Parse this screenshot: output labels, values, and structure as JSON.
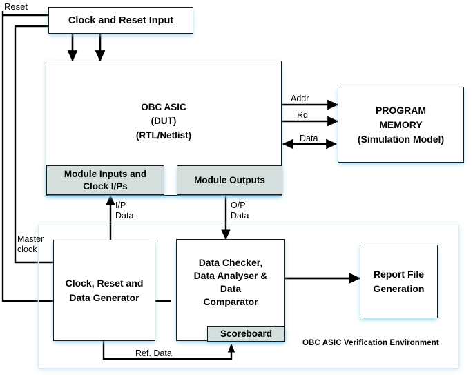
{
  "diagram": {
    "title": "OBC ASIC Verification Environment",
    "colors": {
      "shaded_fill": "#d3dedd",
      "line": "#1a1a1a",
      "glow": "#aadcf0",
      "container_border": "#dfe9ec",
      "background": "#ffffff"
    }
  },
  "blocks": {
    "clock_reset_input": "Clock and Reset Input",
    "dut": "OBC ASIC\n(DUT)\n(RTL/Netlist)",
    "module_inputs": "Module Inputs and\nClock I/Ps",
    "module_outputs": "Module Outputs",
    "program_memory": "PROGRAM\nMEMORY\n(Simulation Model)",
    "clock_reset_data_generator": "Clock, Reset and\nData Generator",
    "data_checker": "Data Checker,\nData Analyser &\nData\nComparator",
    "scoreboard": "Scoreboard",
    "report_file_generation": "Report File\nGeneration",
    "verification_environment": "OBC ASIC Verification Environment"
  },
  "signals": {
    "reset": "Reset",
    "addr": "Addr",
    "rd": "Rd",
    "data": "Data",
    "ip_data": "I/P\nData",
    "op_data": "O/P\nData",
    "master_clock": "Master\nclock",
    "ref_data": "Ref. Data"
  }
}
